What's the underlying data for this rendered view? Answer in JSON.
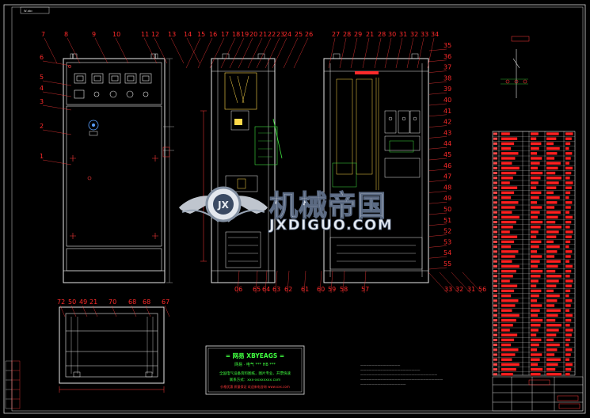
{
  "sheet": {
    "corner_stamp": "W-abc"
  },
  "watermark": {
    "emblem": "JX",
    "title_cn": "机械帝国",
    "url": "JXDIGUO.COM"
  },
  "info_box": {
    "title": "= 网易 XBYEAGS =",
    "subtitle": "网易 · 电气  ***  HB  ***",
    "line1": "全国电气设备资料图纸，图片专业、开票快速",
    "line2": "联系方式：xxx-xxxxxxxx.com",
    "line3": "价格优惠 质量保证 欢迎来电咨询 www.xxx.com"
  },
  "callouts": {
    "top_front": [
      "7",
      "8",
      "9",
      "10",
      "11",
      "12",
      "13",
      "14"
    ],
    "top_side": [
      "15",
      "16",
      "17",
      "18",
      "19",
      "20",
      "21",
      "22",
      "23",
      "24",
      "25",
      "26"
    ],
    "top_rear": [
      "27",
      "28",
      "29",
      "21",
      "28",
      "30",
      "31",
      "32",
      "33",
      "34"
    ],
    "left_front": [
      "6",
      "5",
      "4",
      "3",
      "2",
      "1"
    ],
    "right_rear": [
      "35",
      "36",
      "37",
      "38",
      "39",
      "40",
      "41",
      "42",
      "43",
      "44",
      "45",
      "46",
      "47",
      "48",
      "49",
      "50",
      "51",
      "52",
      "53",
      "54",
      "55"
    ],
    "bottom_side": [
      "06",
      "65",
      "64",
      "63",
      "62",
      "61",
      "60",
      "59",
      "58",
      "57"
    ],
    "bottom_rear": [
      "33",
      "32",
      "31",
      "56"
    ],
    "plan_top": [
      "72",
      "50",
      "49",
      "21",
      "70",
      "68",
      "68",
      "67"
    ]
  },
  "colors": {
    "background": "#000000",
    "outline": "#e8e8e8",
    "callout": "#ff2a2a",
    "table_fill": "#ff2020",
    "busbar": "#ffd84a",
    "wiring": "#40e040",
    "watermark": "#d6dce6"
  }
}
